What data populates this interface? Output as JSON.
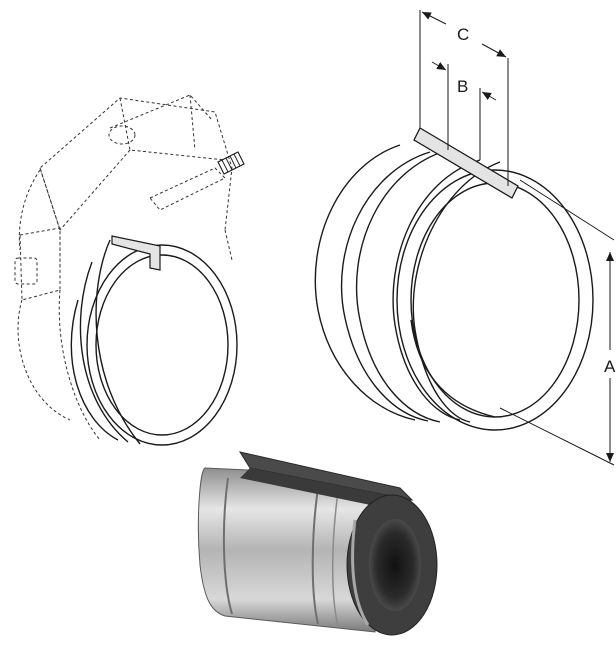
{
  "dimensions": {
    "a_label": "A",
    "b_label": "B",
    "c_label": "C"
  },
  "colors": {
    "line": "#1a1a1a",
    "shield_fill": "#ececec",
    "insert_light": "#e4e4e4",
    "metal": "#b9b9b9",
    "insulation": "#3a3a3a"
  }
}
